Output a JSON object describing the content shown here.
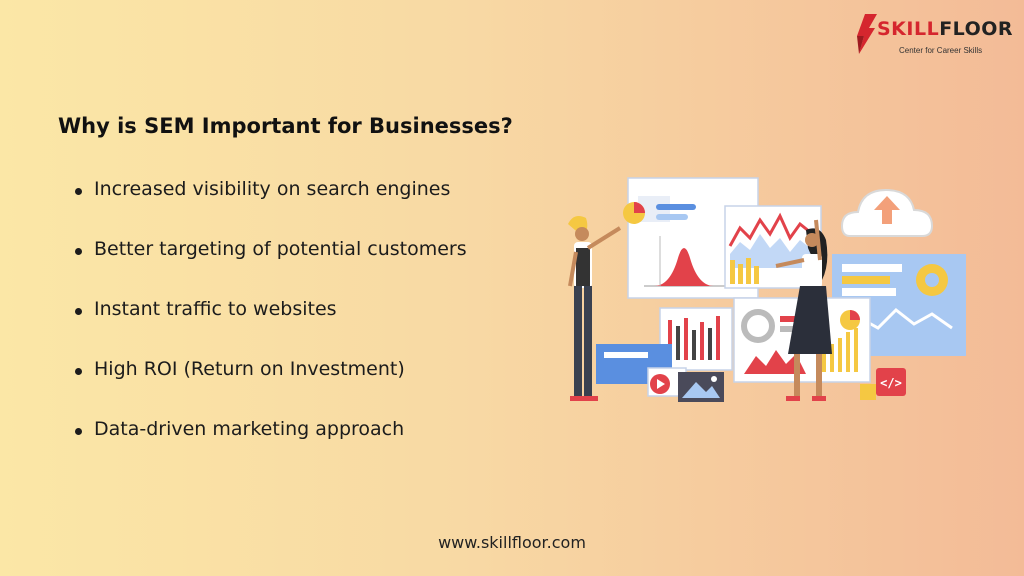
{
  "brand": {
    "name_part1": "SKILL",
    "name_part2": "FLOOR",
    "tagline": "Center for Career Skills"
  },
  "slide": {
    "title": "Why is SEM Important for Businesses?",
    "bullets": [
      "Increased visibility on search engines",
      "Better targeting of potential customers",
      "Instant traffic to websites",
      "High ROI (Return on Investment)",
      "Data-driven marketing approach"
    ]
  },
  "footer": {
    "website": "www.skillfloor.com"
  },
  "illustration": {
    "code_badge": "</>",
    "icons": [
      "cloud-upload-icon",
      "gear-icon",
      "play-icon",
      "code-icon",
      "image-icon"
    ]
  },
  "colors": {
    "brand_red": "#d5262e",
    "chart_red": "#e2424a",
    "chart_yellow": "#f5c842",
    "panel_blue": "#a8c8f2",
    "accent_blue": "#5a8fe0"
  }
}
